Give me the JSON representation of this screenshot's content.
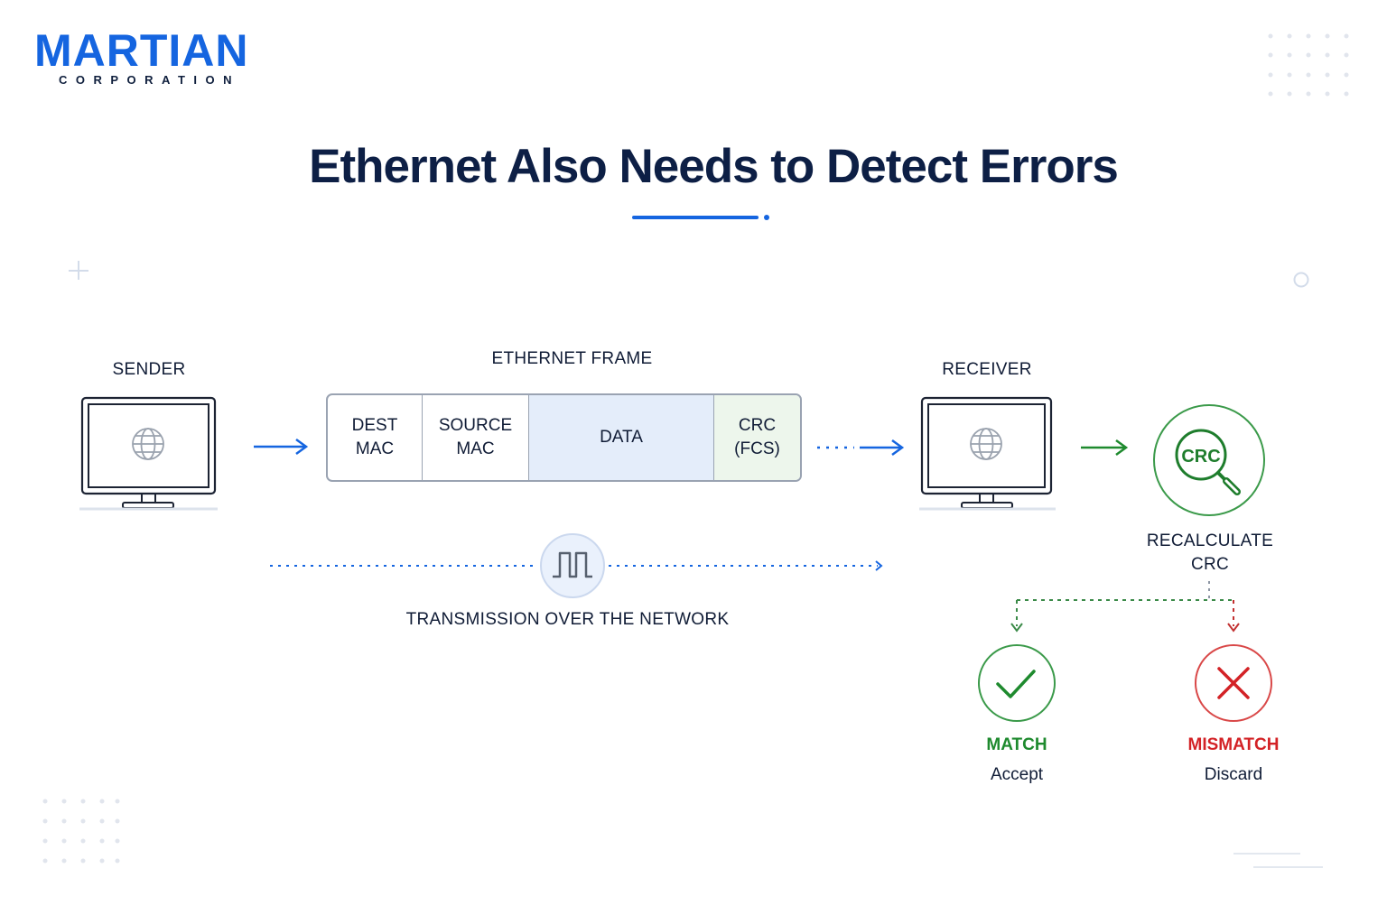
{
  "brand": {
    "name": "MARTIAN",
    "subtitle": "CORPORATION",
    "color": "#1565e0"
  },
  "title": "Ethernet Also Needs to Detect Errors",
  "sender": {
    "label": "SENDER",
    "icon": "globe-monitor-icon"
  },
  "frame": {
    "label": "ETHERNET FRAME",
    "fields": [
      {
        "name": "dest",
        "text": "DEST\nMAC"
      },
      {
        "name": "source",
        "text": "SOURCE\nMAC"
      },
      {
        "name": "data",
        "text": "DATA"
      },
      {
        "name": "crc",
        "text": "CRC\n(FCS)"
      }
    ]
  },
  "receiver": {
    "label": "RECEIVER",
    "icon": "globe-monitor-icon"
  },
  "transmission": {
    "label": "TRANSMISSION OVER THE NETWORK",
    "icon": "square-wave-icon"
  },
  "recalculate": {
    "badge": "CRC",
    "label": "RECALCULATE\nCRC"
  },
  "outcomes": {
    "match": {
      "title": "MATCH",
      "action": "Accept",
      "color": "#1e8a2e"
    },
    "mismatch": {
      "title": "MISMATCH",
      "action": "Discard",
      "color": "#d32226"
    }
  }
}
